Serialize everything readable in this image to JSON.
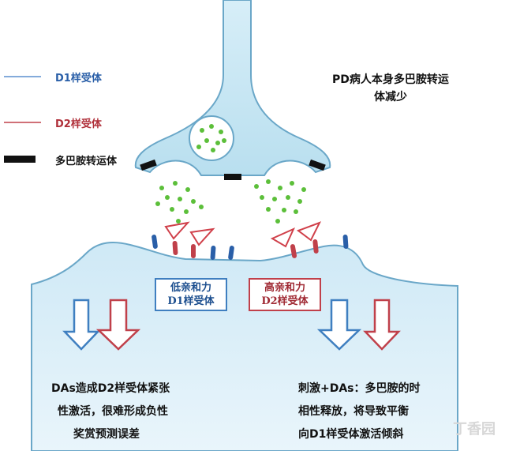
{
  "legend": {
    "d1_label": "D1样受体",
    "d2_label": "D2样受体",
    "transporter_label": "多巴胺转运体",
    "d1_color": "#5b8fcf",
    "d2_color": "#c0404a",
    "transporter_color": "#111111"
  },
  "note": {
    "line1": "PD病人本身多巴胺转运",
    "line2": "体减少"
  },
  "boxes": {
    "low_affinity": {
      "line1": "低亲和力",
      "line2": "D1样受体"
    },
    "high_affinity": {
      "line1": "高亲和力",
      "line2": "D2样受体"
    }
  },
  "left_text": {
    "line1": "DAs造成D2样受体紧张",
    "line2": "性激活，很难形成负性",
    "line3": "奖赏预测误差"
  },
  "right_text": {
    "line1": "刺激+DAs：多巴胺的时",
    "line2": "相性释放，将导致平衡",
    "line3": "向D1样受体激活倾斜"
  },
  "watermark": "丁香园",
  "colors": {
    "neuron_fill": "#bfe3f2",
    "dopamine_green": "#5cbf3a",
    "d1_arrow": "#3f7fc0",
    "d2_arrow": "#c0404a"
  }
}
